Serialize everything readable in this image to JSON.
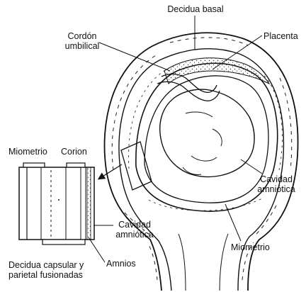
{
  "labels": {
    "decidua_basal": "Decidua basal",
    "cordon_line1": "Cordón",
    "cordon_line2": "umbilical",
    "placenta": "Placenta",
    "miometrio_left": "Miometrio",
    "corion": "Corion",
    "cavidad_right_line1": "Cavidad",
    "cavidad_right_line2": "amniótica",
    "cavidad_inset_line1": "Cavidad",
    "cavidad_inset_line2": "amniótica",
    "miometrio_right": "Miometrio",
    "amnios": "Amnios",
    "decidua_caps_line1": "Decidua capsular y",
    "decidua_caps_line2": "parietal fusionadas"
  }
}
